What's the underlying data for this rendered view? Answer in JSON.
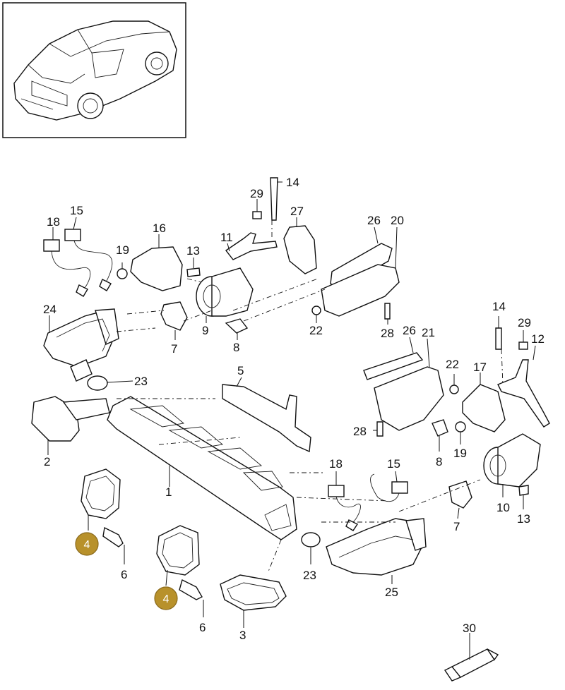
{
  "diagram": {
    "colors": {
      "line": "#111111",
      "background": "#ffffff",
      "highlight_badge": "#b8912b"
    },
    "callouts": {
      "c1": "1",
      "c2": "2",
      "c3": "3",
      "c4a": "4",
      "c4b": "4",
      "c5": "5",
      "c6a": "6",
      "c6b": "6",
      "c7a": "7",
      "c7b": "7",
      "c8a": "8",
      "c8b": "8",
      "c9": "9",
      "c10": "10",
      "c11": "11",
      "c12": "12",
      "c13a": "13",
      "c13b": "13",
      "c14a": "14",
      "c14b": "14",
      "c15a": "15",
      "c15b": "15",
      "c16": "16",
      "c17": "17",
      "c18a": "18",
      "c18b": "18",
      "c19a": "19",
      "c19b": "19",
      "c20": "20",
      "c21": "21",
      "c22a": "22",
      "c22b": "22",
      "c23a": "23",
      "c23b": "23",
      "c24": "24",
      "c25": "25",
      "c26a": "26",
      "c26b": "26",
      "c27": "27",
      "c28a": "28",
      "c28b": "28",
      "c29a": "29",
      "c29b": "29",
      "c30": "30"
    }
  }
}
